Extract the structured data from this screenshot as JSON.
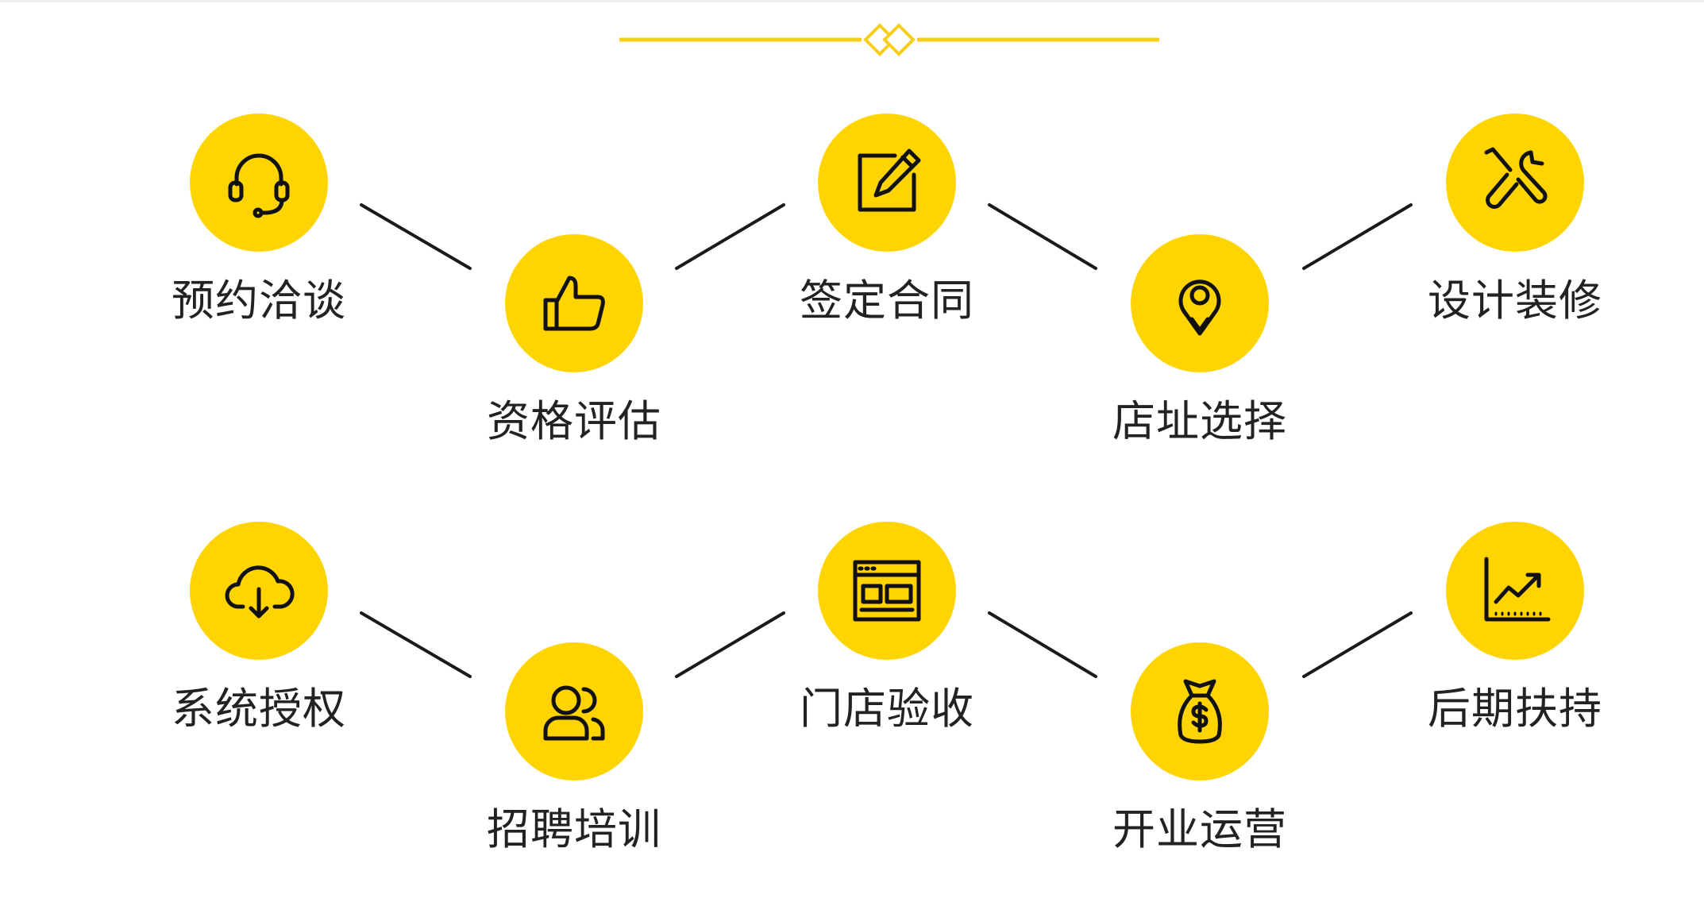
{
  "colors": {
    "accent": "#ffd400",
    "line": "#1a1a1a",
    "text": "#222222",
    "divider": "#f5cf1a"
  },
  "steps": [
    {
      "id": "s1",
      "label": "预约洽谈",
      "icon": "headset-icon"
    },
    {
      "id": "s2",
      "label": "资格评估",
      "icon": "thumbs-up-icon"
    },
    {
      "id": "s3",
      "label": "签定合同",
      "icon": "edit-pen-icon"
    },
    {
      "id": "s4",
      "label": "店址选择",
      "icon": "location-pin-icon"
    },
    {
      "id": "s5",
      "label": "设计装修",
      "icon": "tools-icon"
    },
    {
      "id": "s6",
      "label": "系统授权",
      "icon": "cloud-download-icon"
    },
    {
      "id": "s7",
      "label": "招聘培训",
      "icon": "users-icon"
    },
    {
      "id": "s8",
      "label": "门店验收",
      "icon": "storefront-window-icon"
    },
    {
      "id": "s9",
      "label": "开业运营",
      "icon": "money-bag-icon"
    },
    {
      "id": "s10",
      "label": "后期扶持",
      "icon": "growth-chart-icon"
    }
  ]
}
